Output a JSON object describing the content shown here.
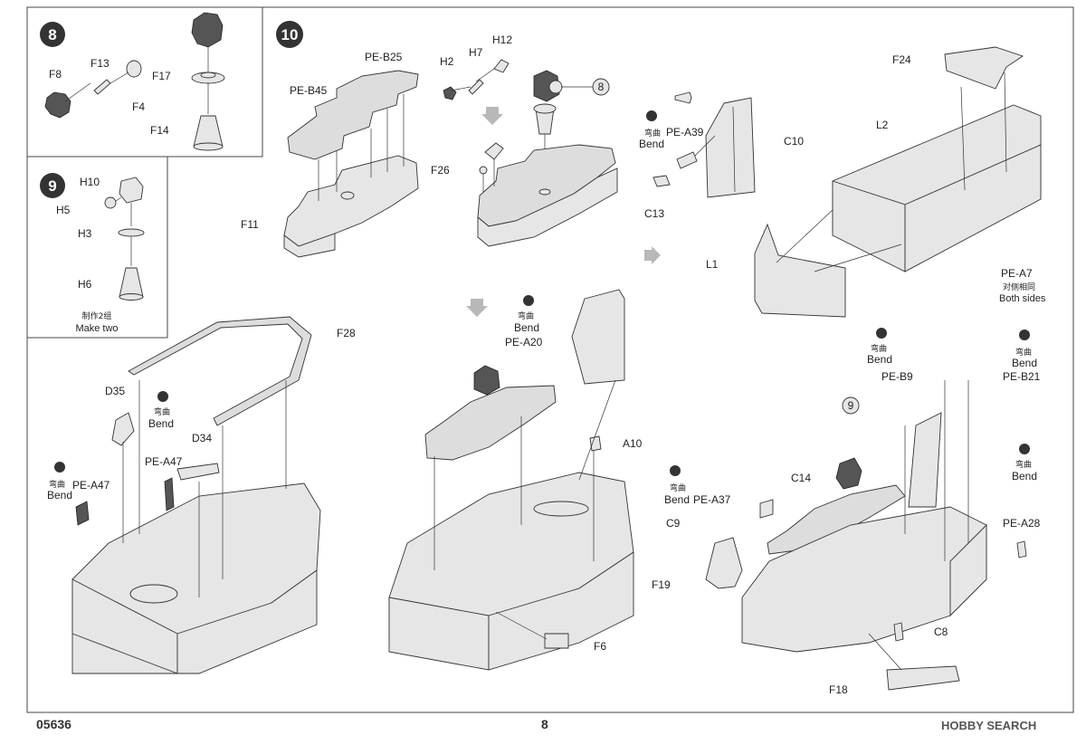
{
  "steps": {
    "s8": {
      "number": "8",
      "labels": [
        "F8",
        "F13",
        "F4",
        "F17",
        "F14"
      ]
    },
    "s9": {
      "number": "9",
      "labels": [
        "H10",
        "H5",
        "H3",
        "H6"
      ],
      "note_cn": "制作2组",
      "note_en": "Make two"
    },
    "s10": {
      "number": "10"
    }
  },
  "labels": {
    "pe_b45": "PE-B45",
    "pe_b25": "PE-B25",
    "f11": "F11",
    "h12": "H12",
    "h2": "H2",
    "h7": "H7",
    "f26": "F26",
    "ref8": "8",
    "pe_a39": "PE-A39",
    "c10": "C10",
    "c13": "C13",
    "f24": "F24",
    "l2": "L2",
    "l1": "L1",
    "pe_a7": "PE-A7",
    "pe_a7_cn": "对侧相同",
    "pe_a7_en": "Both sides",
    "f28": "F28",
    "d35": "D35",
    "d34": "D34",
    "pe_a47a": "PE-A47",
    "pe_a47b": "PE-A47",
    "pe_a20": "PE-A20",
    "a10": "A10",
    "f6": "F6",
    "pe_b9": "PE-B9",
    "pe_b21": "PE-B21",
    "ref9": "9",
    "c14": "C14",
    "pe_a37": "PE-A37",
    "c9": "C9",
    "pe_a28": "PE-A28",
    "f19": "F19",
    "c8": "C8",
    "f18": "F18"
  },
  "bend": {
    "cn": "弯曲",
    "en": "Bend"
  },
  "footer": {
    "code": "05636",
    "page": "8",
    "watermark": "HOBBY SEARCH"
  }
}
